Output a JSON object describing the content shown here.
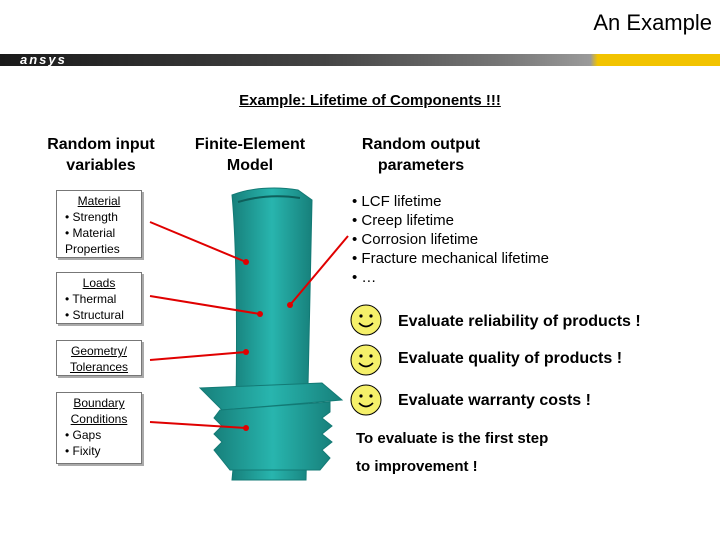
{
  "header": {
    "title": "An Example",
    "logo_text": "ansys"
  },
  "subtitle": "Example: Lifetime of Components !!!",
  "columns": {
    "inputs_heading": "Random input variables",
    "model_heading": "Finite-Element Model",
    "outputs_heading": "Random output parameters"
  },
  "input_boxes": [
    {
      "title": "Material",
      "items": [
        "• Strength",
        "• Material Properties"
      ]
    },
    {
      "title": "Loads",
      "items": [
        "• Thermal",
        "• Structural"
      ]
    },
    {
      "title": "Geometry/ Tolerances",
      "items": []
    },
    {
      "title": "Boundary Conditions",
      "items": [
        "• Gaps",
        "• Fixity"
      ]
    }
  ],
  "outputs": [
    "• LCF lifetime",
    "• Creep lifetime",
    "• Corrosion lifetime",
    "• Fracture mechanical lifetime",
    "• …"
  ],
  "evaluations": [
    {
      "text": "Evaluate reliability of products !",
      "icon": "smiley-icon"
    },
    {
      "text": "Evaluate quality of products !",
      "icon": "smiley-icon"
    },
    {
      "text": "Evaluate warranty costs !",
      "icon": "smiley-icon"
    }
  ],
  "conclusion": [
    "To evaluate is the first step",
    "to improvement !"
  ],
  "colors": {
    "blade": "#28b5ae",
    "blade_dark": "#17807b",
    "connector": "#e00000",
    "smiley": "#f5f06a"
  }
}
